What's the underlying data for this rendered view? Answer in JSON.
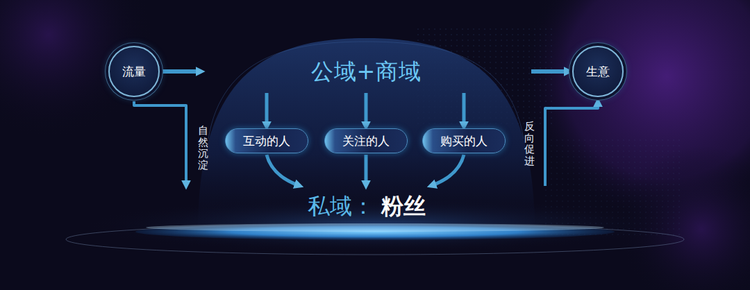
{
  "diagram": {
    "nodes": [
      {
        "text": [
          "流量"
        ]
      },
      {
        "text": [
          "公域+商域"
        ]
      },
      {
        "text": [
          "生意"
        ]
      },
      {
        "text": [
          "互动的人"
        ]
      },
      {
        "text": [
          "关注的人"
        ]
      },
      {
        "text": [
          "购买的人"
        ]
      },
      {
        "text": [
          "私域：",
          "粉丝"
        ]
      }
    ],
    "edges": [
      {
        "from": 0,
        "to": 1,
        "arrow": "to"
      },
      {
        "from": 1,
        "to": 2,
        "arrow": "to"
      },
      {
        "from": 1,
        "to": 3,
        "arrow": "to"
      },
      {
        "from": 1,
        "to": 4,
        "arrow": "to"
      },
      {
        "from": 1,
        "to": 5,
        "arrow": "to"
      },
      {
        "from": 3,
        "to": 6,
        "arrow": "to"
      },
      {
        "from": 4,
        "to": 6,
        "arrow": "to"
      },
      {
        "from": 5,
        "to": 6,
        "arrow": "to"
      },
      {
        "from": 0,
        "to": 6,
        "label": "自然沉淀",
        "arrow": "to"
      },
      {
        "from": 6,
        "to": 2,
        "label": "反向促进",
        "arrow": "to"
      }
    ]
  }
}
